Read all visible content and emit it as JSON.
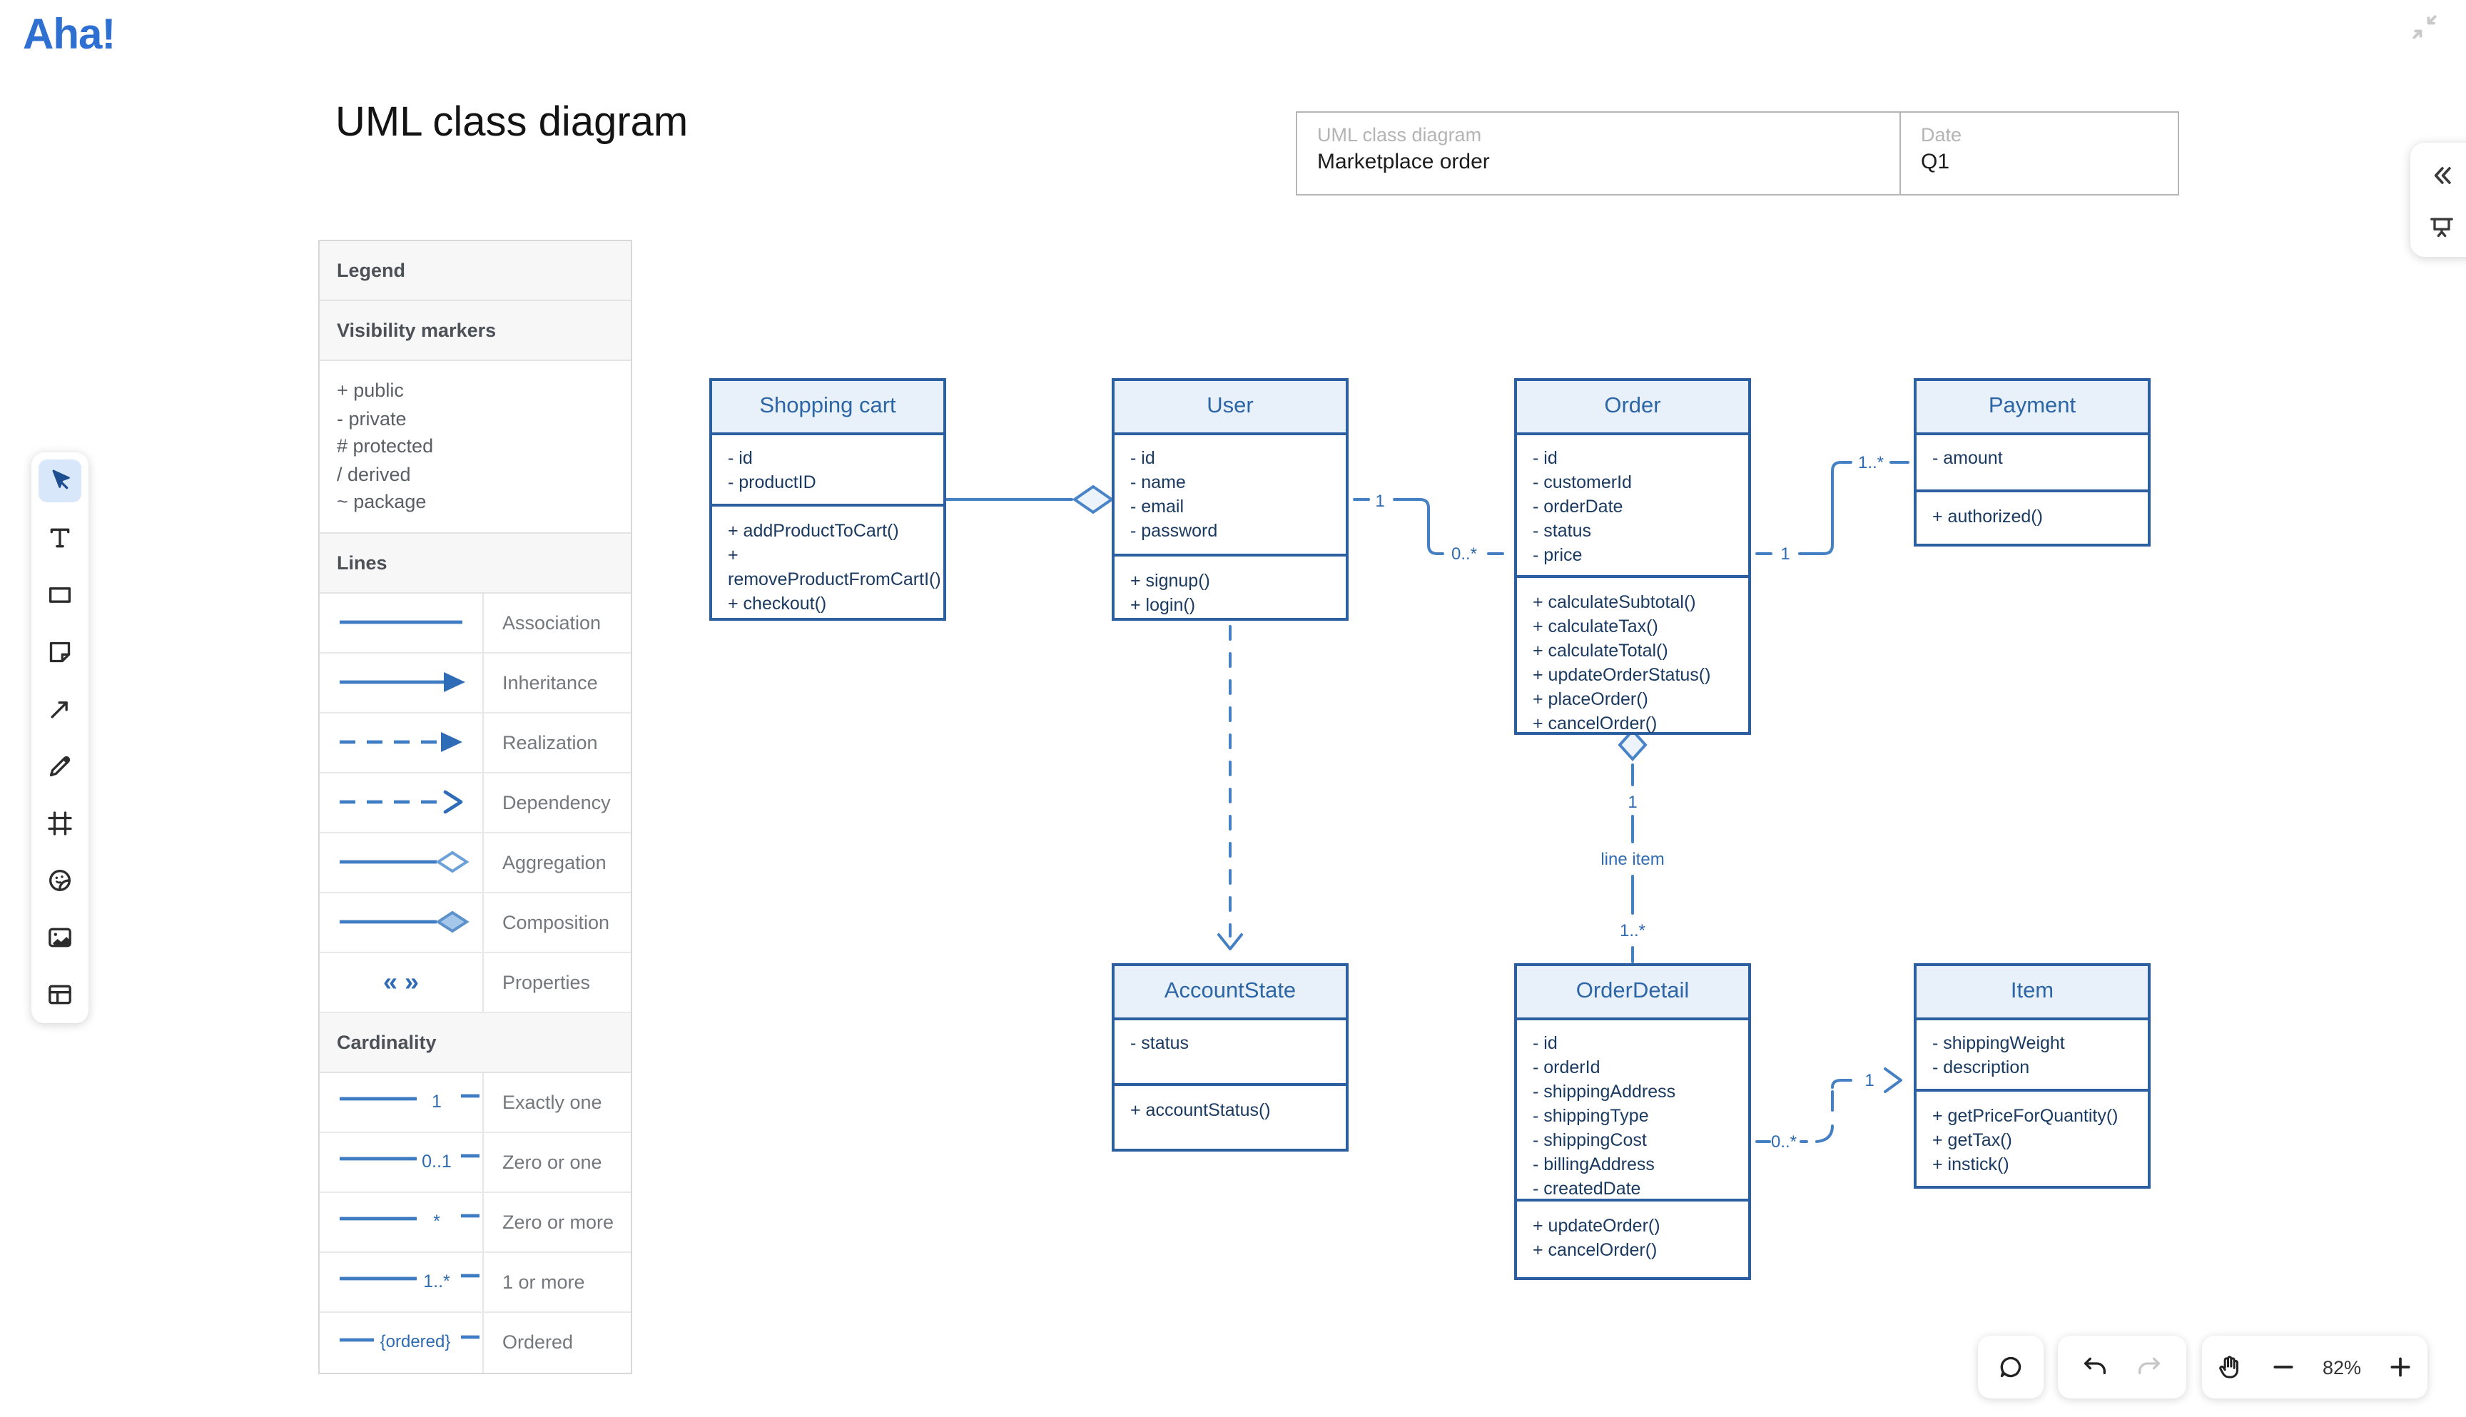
{
  "app": {
    "logo_text": "Aha!"
  },
  "canvas": {
    "title": "UML class diagram",
    "info_card": {
      "name_label": "UML class diagram",
      "name_value": "Marketplace order",
      "date_label": "Date",
      "date_value": "Q1"
    }
  },
  "legend": {
    "title": "Legend",
    "sections": [
      {
        "header": "Visibility markers",
        "type": "list",
        "items": [
          "+ public",
          "- private",
          "# protected",
          "/ derived",
          "~ package"
        ]
      },
      {
        "header": "Lines",
        "type": "symbol-rows",
        "rows": [
          {
            "symbol": "association-line",
            "label": "Association"
          },
          {
            "symbol": "inheritance-arrow",
            "label": "Inheritance"
          },
          {
            "symbol": "realization-arrow",
            "label": "Realization"
          },
          {
            "symbol": "dependency-arrow",
            "label": "Dependency"
          },
          {
            "symbol": "aggregation-diamond",
            "label": "Aggregation"
          },
          {
            "symbol": "composition-diamond",
            "label": "Composition"
          },
          {
            "symbol": "properties-guillemets",
            "label": "Properties"
          }
        ]
      },
      {
        "header": "Cardinality",
        "type": "cardinality-rows",
        "rows": [
          {
            "notation": "1",
            "label": "Exactly one"
          },
          {
            "notation": "0..1",
            "label": "Zero or one"
          },
          {
            "notation": "*",
            "label": "Zero or more"
          },
          {
            "notation": "1..*",
            "label": "1 or more"
          },
          {
            "notation": "{ordered}",
            "label": "Ordered"
          }
        ]
      }
    ]
  },
  "toolbar_left": {
    "tools": [
      {
        "icon": "select-cursor-icon",
        "active": true
      },
      {
        "icon": "text-icon"
      },
      {
        "icon": "shape-icon"
      },
      {
        "icon": "sticky-note-icon"
      },
      {
        "icon": "connector-arrow-icon"
      },
      {
        "icon": "pen-icon"
      },
      {
        "icon": "frame-icon"
      },
      {
        "icon": "sticker-icon"
      },
      {
        "icon": "image-icon"
      },
      {
        "icon": "table-icon"
      }
    ]
  },
  "diagram": {
    "classes": [
      {
        "id": "shopping_cart",
        "name": "Shopping cart",
        "attributes": [
          "- id",
          "- productID"
        ],
        "methods": [
          "+ addProductToCart()",
          "+ removeProductFromCartI()",
          "+ checkout()"
        ]
      },
      {
        "id": "user",
        "name": "User",
        "attributes": [
          "- id",
          "- name",
          "- email",
          "- password"
        ],
        "methods": [
          "+ signup()",
          "+ login()"
        ]
      },
      {
        "id": "order",
        "name": "Order",
        "attributes": [
          "- id",
          "- customerId",
          "- orderDate",
          "- status",
          "- price"
        ],
        "methods": [
          "+ calculateSubtotal()",
          "+ calculateTax()",
          "+ calculateTotal()",
          "+ updateOrderStatus()",
          "+ placeOrder()",
          "+ cancelOrder()"
        ]
      },
      {
        "id": "payment",
        "name": "Payment",
        "attributes": [
          "- amount"
        ],
        "methods": [
          "+ authorized()"
        ]
      },
      {
        "id": "account_state",
        "name": "AccountState",
        "attributes": [
          "- status"
        ],
        "methods": [
          "+ accountStatus()"
        ]
      },
      {
        "id": "order_detail",
        "name": "OrderDetail",
        "attributes": [
          "- id",
          "- orderId",
          "- shippingAddress",
          "- shippingType",
          "- shippingCost",
          "- billingAddress",
          "- createdDate"
        ],
        "methods": [
          "+ updateOrder()",
          "+ cancelOrder()"
        ]
      },
      {
        "id": "item",
        "name": "Item",
        "attributes": [
          "- shippingWeight",
          "- description"
        ],
        "methods": [
          "+ getPriceForQuantity()",
          "+ getTax()",
          "+ instick()"
        ]
      }
    ],
    "relationships": [
      {
        "id": "cart_user",
        "type": "aggregation",
        "from": "Shopping cart",
        "to": "User",
        "labels": []
      },
      {
        "id": "user_order",
        "type": "association",
        "from": "User",
        "to": "Order",
        "labels": [
          "1",
          "0..*"
        ]
      },
      {
        "id": "order_payment",
        "type": "association",
        "from": "Order",
        "to": "Payment",
        "labels": [
          "1",
          "1..*"
        ]
      },
      {
        "id": "order_orderdetail",
        "type": "aggregation",
        "from": "Order",
        "to": "OrderDetail",
        "labels": [
          "1",
          "line item",
          "1..*"
        ]
      },
      {
        "id": "user_accountstate",
        "type": "realization",
        "from": "User",
        "to": "AccountState",
        "labels": []
      },
      {
        "id": "orderdetail_item",
        "type": "dependency",
        "from": "OrderDetail",
        "to": "Item",
        "labels": [
          "0..*",
          "1"
        ]
      }
    ]
  },
  "controls": {
    "zoom_level": "82%",
    "colors": {
      "accent_blue": "#2e6fd2",
      "class_border": "#2b5f9f",
      "class_header_fill": "#e8f0fa",
      "connector_blue": "#4680c4",
      "label_blue": "#2e6bb3"
    }
  }
}
